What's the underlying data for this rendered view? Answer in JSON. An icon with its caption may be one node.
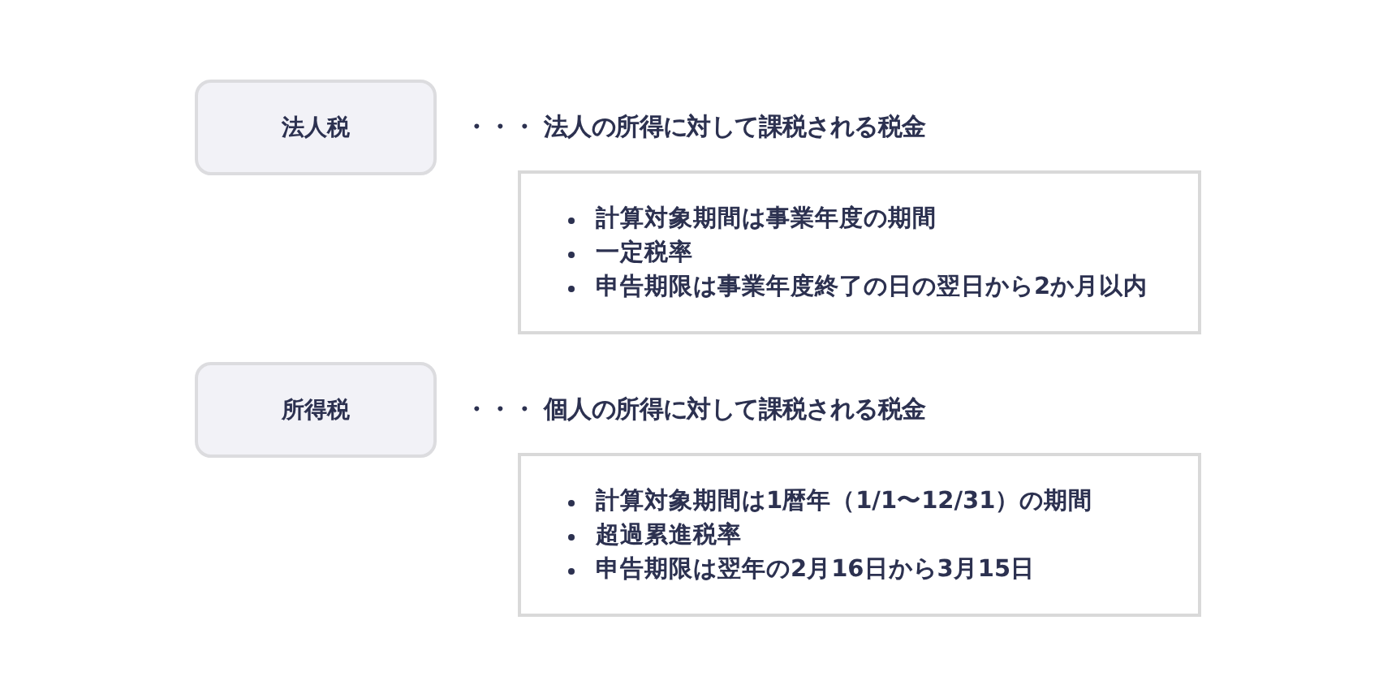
{
  "diagram": {
    "nodes": [
      {
        "text": [
          "法人税"
        ],
        "beside": [
          "・・・ 法人の所得に対して課税される税金"
        ]
      },
      {
        "text": [
          "計算対象期間は事業年度の期間",
          "一定税率",
          "申告期限は事業年度終了の日の翌日から2か月以内"
        ]
      },
      {
        "text": [
          "所得税"
        ],
        "beside": [
          "・・・ 個人の所得に対して課税される税金"
        ]
      },
      {
        "text": [
          "計算対象期間は1暦年（1/1〜12/31）の期間",
          "超過累進税率",
          "申告期限は翌年の2月16日から3月15日"
        ]
      }
    ]
  }
}
